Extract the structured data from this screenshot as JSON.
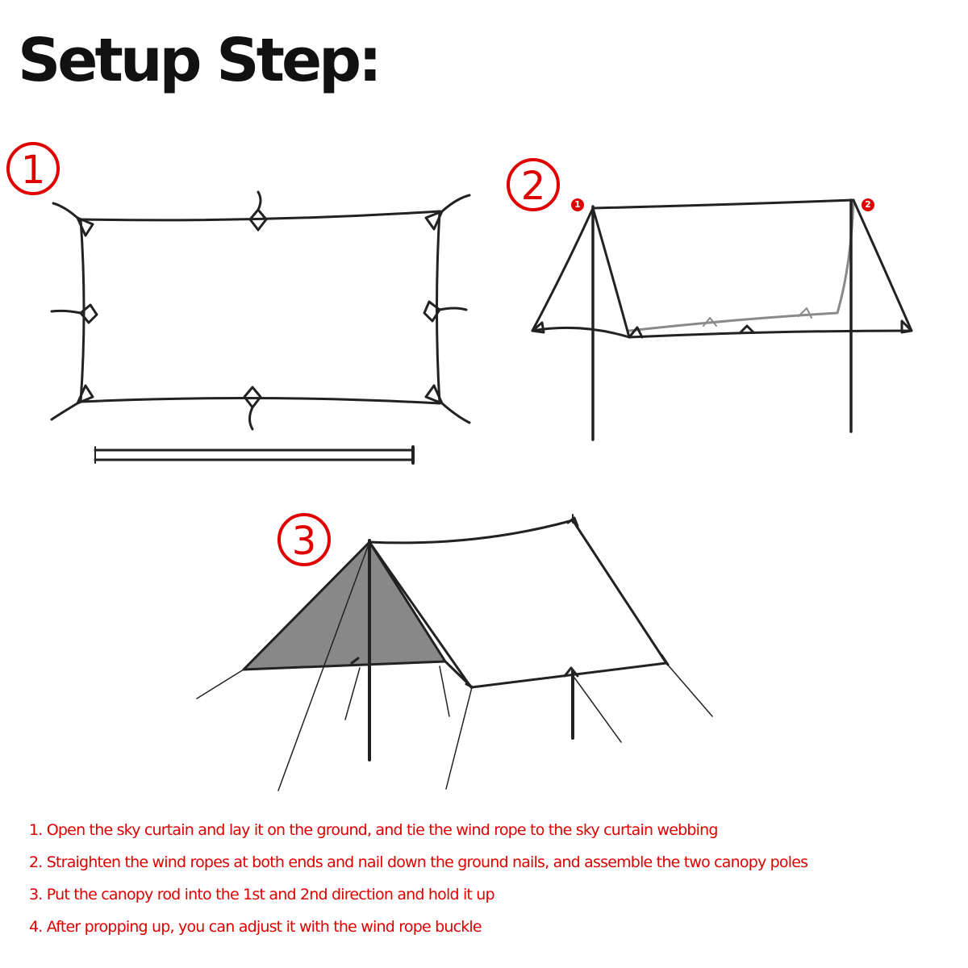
{
  "title": "Setup Step:",
  "steps": [
    {
      "marker": "①"
    },
    {
      "marker": "②",
      "corner_markers": [
        "1",
        "2"
      ]
    },
    {
      "marker": "③"
    }
  ],
  "instructions": [
    "1. Open the sky curtain and lay it on the ground, and tie the wind rope to the sky curtain webbing",
    "2. Straighten the wind ropes at both ends and nail down the ground nails, and assemble the two canopy poles",
    "3. Put the canopy rod into the 1st and 2nd direction and hold it up",
    "4. After propping up, you can adjust it with the wind rope buckle"
  ],
  "colors": {
    "accent": "#e00000",
    "line": "#222222",
    "fill": "#888888"
  }
}
